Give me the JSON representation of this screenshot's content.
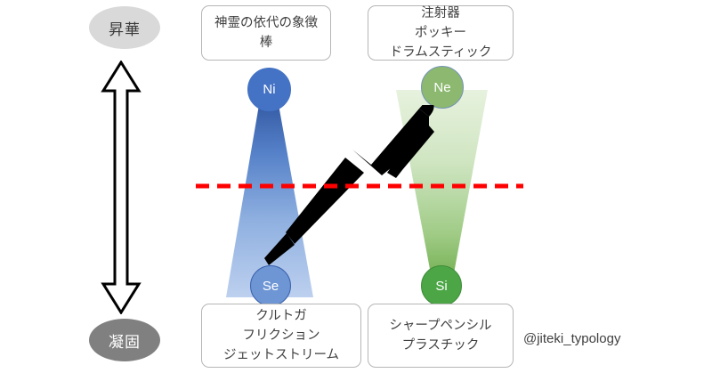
{
  "diagram": {
    "title": "jiteki typology sublimation-solidification diagram",
    "credit": "@jiteki_typology",
    "axis": {
      "top_label": "昇華",
      "bottom_label": "凝固",
      "arrow_icon": "double-headed-vertical-arrow-icon"
    },
    "threshold": {
      "icon": "red-dashed-line-icon",
      "color": "#ff0000"
    },
    "center_object": {
      "icon": "ballpoint-pen-icon",
      "color": "#000000"
    },
    "colors": {
      "blue_node": "#4472c4",
      "blue_node_light": "#6f96d4",
      "green_node": "#8cb96f",
      "green_node_dark": "#4ca646",
      "cone_blue_top": "#3a62ae",
      "cone_blue_bottom": "#b4c7e7",
      "cone_green_top": "#e2efd9",
      "cone_green_bottom": "#70ad47",
      "ellipse_top": "#d9d9d9",
      "ellipse_bottom": "#808080",
      "box_border": "#b6b6b6",
      "threshold_red": "#ff0000"
    },
    "columns": [
      {
        "key": "left",
        "top_node": {
          "label": "Ni",
          "box_lines": [
            "神霊の依代の象徴",
            "棒"
          ]
        },
        "bottom_node": {
          "label": "Se",
          "box_lines": [
            "クルトガ",
            "フリクション",
            "ジェットストリーム"
          ]
        }
      },
      {
        "key": "right",
        "top_node": {
          "label": "Ne",
          "box_lines": [
            "注射器",
            "ポッキー",
            "ドラムスティック"
          ]
        },
        "bottom_node": {
          "label": "Si",
          "box_lines": [
            "シャープペンシル",
            "プラスチック"
          ]
        }
      }
    ]
  }
}
